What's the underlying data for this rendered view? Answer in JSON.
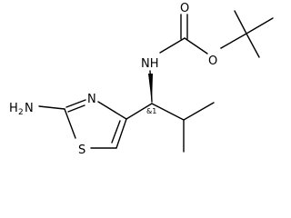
{
  "molecule": {
    "atoms": {
      "amine_n": "H",
      "amine_n_sub": "2",
      "amine_n_tail": "N",
      "thiazole_n": "N",
      "thiazole_s": "S",
      "carbamate_nh": "NH",
      "carbonyl_o": "O",
      "ester_o": "O"
    },
    "stereo_label": "&1"
  }
}
